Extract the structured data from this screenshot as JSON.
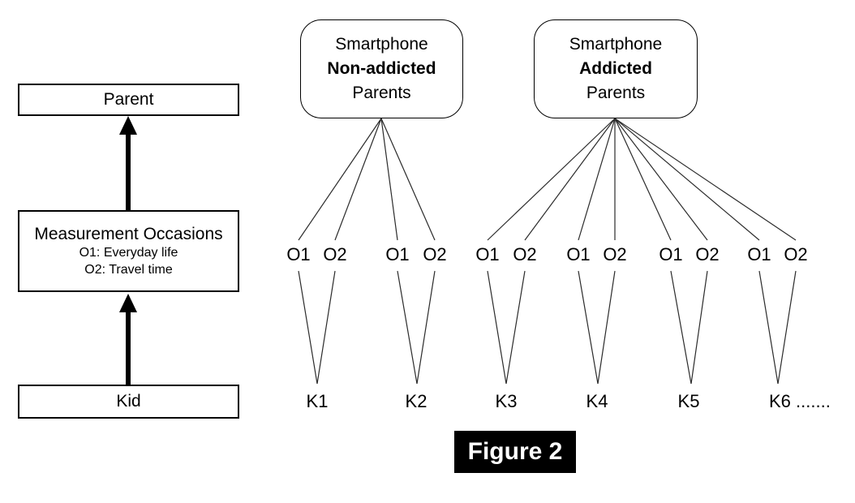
{
  "figure": {
    "label": "Figure 2"
  },
  "left_flow": {
    "parent_label": "Parent",
    "measurement": {
      "title": "Measurement Occasions",
      "line1": "O1: Everyday life",
      "line2": "O2: Travel time"
    },
    "kid_label": "Kid"
  },
  "groups": [
    {
      "line1": "Smartphone",
      "line2": "Non-addicted",
      "line3": "Parents"
    },
    {
      "line1": "Smartphone",
      "line2": "Addicted",
      "line3": "Parents"
    }
  ],
  "occasion_labels": [
    "O1",
    "O2",
    "O1",
    "O2",
    "O1",
    "O2",
    "O1",
    "O2",
    "O1",
    "O2",
    "O1",
    "O2"
  ],
  "kid_labels": [
    "K1",
    "K2",
    "K3",
    "K4",
    "K5",
    "K6 ......."
  ],
  "colors": {
    "line": "#2b2b2b",
    "arrow": "#000000",
    "box_border": "#000000",
    "figure_bg": "#000000",
    "figure_text": "#ffffff"
  }
}
